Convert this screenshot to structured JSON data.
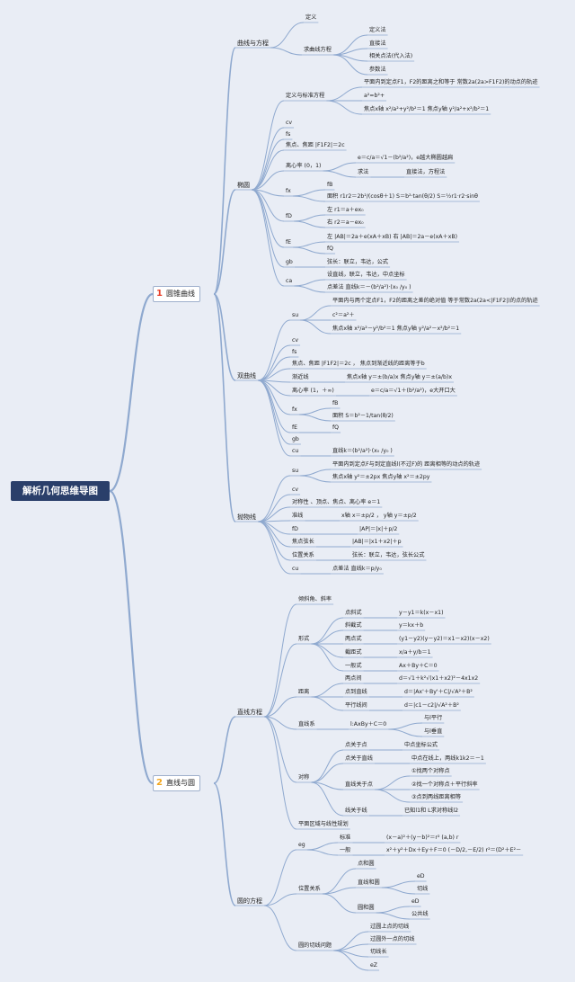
{
  "root": "解析几何思维导图",
  "branches": [
    {
      "num": "1",
      "label": "圆锥曲线",
      "num_color": "#e8402b"
    },
    {
      "num": "2",
      "label": "直线与圆",
      "num_color": "#f2a51c"
    }
  ],
  "colors": {
    "line": "#8fa9cf",
    "root_bg": "#2a3f6a",
    "background": "#e9edf5"
  },
  "nodes": [
    {
      "id": "qxfc",
      "text": "曲线与方程"
    },
    {
      "id": "dy1",
      "text": "定义"
    },
    {
      "id": "qqxfc",
      "text": "求曲线方程"
    },
    {
      "id": "dyf",
      "text": "定义法"
    },
    {
      "id": "zjf",
      "text": "直接法"
    },
    {
      "id": "xgd",
      "text": "相关点法(代入法)"
    },
    {
      "id": "csf",
      "text": "参数法"
    },
    {
      "id": "ty",
      "text": "椭圆"
    },
    {
      "id": "ty_dybz",
      "text": "定义与标准方程"
    },
    {
      "id": "ty_d1",
      "text": "平面内到定点F1，F2的距离之和等于 常数2a(2a>F1F2)的动点的轨迹"
    },
    {
      "id": "ty_d2",
      "text": "a²=b²+"
    },
    {
      "id": "ty_d3",
      "text": "焦点x轴 x²/a²+y²/b²＝1 焦点y轴 y²/a²+x²/b²＝1"
    },
    {
      "id": "ty_cv",
      "text": "cv"
    },
    {
      "id": "ty_fs",
      "text": "fs"
    },
    {
      "id": "ty_jd",
      "text": "焦点、焦距 |F1F2|＝2c"
    },
    {
      "id": "ty_lxl",
      "text": "离心率 (0，1)"
    },
    {
      "id": "ty_e1",
      "text": "e＝c/a＝√1－(b²/a²)，e越大椭圆越扁"
    },
    {
      "id": "ty_qf",
      "text": "求法"
    },
    {
      "id": "ty_qf2",
      "text": "直接法，方程法"
    },
    {
      "id": "ty_fx",
      "text": "fx"
    },
    {
      "id": "ty_fB",
      "text": "fB"
    },
    {
      "id": "ty_mj",
      "text": "面积 r1r2＝2b²/(cosθ＋1) S＝b²·tan(θ/2) S＝½r1·r2·sinθ"
    },
    {
      "id": "ty_fD",
      "text": "fD"
    },
    {
      "id": "ty_z",
      "text": "左 r1＝a＋ex₀"
    },
    {
      "id": "ty_y",
      "text": "右 r2＝a－ex₀"
    },
    {
      "id": "ty_fE",
      "text": "fE"
    },
    {
      "id": "ty_zy",
      "text": "左 |AB|＝2a＋e(xA＋xB) 右 |AB|＝2a－e(xA＋xB)"
    },
    {
      "id": "ty_fQ",
      "text": "fQ"
    },
    {
      "id": "ty_gb",
      "text": "gb"
    },
    {
      "id": "ty_xc",
      "text": "弦长：联立，韦达，公式"
    },
    {
      "id": "ty_ca",
      "text": "ca"
    },
    {
      "id": "ty_sd",
      "text": "设直线，联立，韦达，中点坐标"
    },
    {
      "id": "ty_dcf",
      "text": "点差法 直线k＝－(b²/a²)·(x₀ /y₀ )"
    },
    {
      "id": "sqx",
      "text": "双曲线"
    },
    {
      "id": "sq_su",
      "text": "su"
    },
    {
      "id": "sq_d1",
      "text": "平面内与两个定点F1，F2的距离之差的绝对值 等于常数2a(2a<|F1F2|)的点的轨迹"
    },
    {
      "id": "sq_d2",
      "text": "c²＝a²＋"
    },
    {
      "id": "sq_d3",
      "text": "焦点x轴 x²/a²－y²/b²＝1 焦点y轴 y²/a²－x²/b²＝1"
    },
    {
      "id": "sq_cv",
      "text": "cv"
    },
    {
      "id": "sq_fs",
      "text": "fs"
    },
    {
      "id": "sq_jd",
      "text": "焦点、焦距 |F1F2|＝2c ， 焦点到渐近线的距离等于b"
    },
    {
      "id": "sq_jjx",
      "text": "渐近线"
    },
    {
      "id": "sq_jjx2",
      "text": "焦点x轴 y＝±(b/a)x 焦点y轴 y＝±(a/b)x"
    },
    {
      "id": "sq_lxl",
      "text": "离心率 (1，＋∞)"
    },
    {
      "id": "sq_e",
      "text": "e＝c/a＝√1＋(b²/a²)，e大开口大"
    },
    {
      "id": "sq_fx",
      "text": "fx"
    },
    {
      "id": "sq_fB",
      "text": "fB"
    },
    {
      "id": "sq_mj",
      "text": "面积 S＝b²－1/tan(θ/2)"
    },
    {
      "id": "sq_fE",
      "text": "fE"
    },
    {
      "id": "sq_fQ",
      "text": "fQ"
    },
    {
      "id": "sq_gb",
      "text": "gb"
    },
    {
      "id": "sq_cu",
      "text": "cu"
    },
    {
      "id": "sq_zx",
      "text": "直线k＝(b²/a²)·(x₀ /y₀ )"
    },
    {
      "id": "pwx",
      "text": "抛物线"
    },
    {
      "id": "pw_su",
      "text": "su"
    },
    {
      "id": "pw_d1",
      "text": "平面内到定点F与到定直线l(不过F)的 距离相等的动点的轨迹"
    },
    {
      "id": "pw_d2",
      "text": "焦点x轴 y²＝±2px 焦点y轴 x²＝±2py"
    },
    {
      "id": "pw_cv",
      "text": "cv"
    },
    {
      "id": "pw_dcx",
      "text": "对称性 、顶点、焦点、离心率 e＝1"
    },
    {
      "id": "pw_zx",
      "text": "准线"
    },
    {
      "id": "pw_zx2",
      "text": "x轴 x＝±p/2 ， y轴 y＝±p/2"
    },
    {
      "id": "pw_fD",
      "text": "fD"
    },
    {
      "id": "pw_ap",
      "text": "|AP|＝|x|＋p/2"
    },
    {
      "id": "pw_jdxc",
      "text": "焦点弦长"
    },
    {
      "id": "pw_ab",
      "text": "|AB|＝|x1＋x2|＋p"
    },
    {
      "id": "pw_wzgx",
      "text": "位置关系"
    },
    {
      "id": "pw_xc",
      "text": "弦长：联立，韦达，弦长公式"
    },
    {
      "id": "pw_cu",
      "text": "cu"
    },
    {
      "id": "pw_dcf",
      "text": "点差法 直线k＝p/y₀"
    },
    {
      "id": "zxfc",
      "text": "直线方程"
    },
    {
      "id": "qxj",
      "text": "倾斜角、斜率"
    },
    {
      "id": "xs",
      "text": "形式"
    },
    {
      "id": "dxs",
      "text": "点斜式"
    },
    {
      "id": "dxs2",
      "text": "y－y1＝k(x－x1)"
    },
    {
      "id": "xjs",
      "text": "斜截式"
    },
    {
      "id": "xjs2",
      "text": "y＝kx＋b"
    },
    {
      "id": "ldsh",
      "text": "两点式"
    },
    {
      "id": "ldsh2",
      "text": "(y1－y2)(y－y2)＝x1－x2)(x－x2)"
    },
    {
      "id": "jjs",
      "text": "截距式"
    },
    {
      "id": "jjs2",
      "text": "x/a＋y/b＝1"
    },
    {
      "id": "ybs",
      "text": "一般式"
    },
    {
      "id": "ybs2",
      "text": "Ax＋By＋C＝0"
    },
    {
      "id": "jl",
      "text": "距离"
    },
    {
      "id": "ldj",
      "text": "两点间"
    },
    {
      "id": "ldj2",
      "text": "d＝√1＋k²√(x1＋x2)²－4x1x2"
    },
    {
      "id": "ddzx",
      "text": "点到直线"
    },
    {
      "id": "ddzx2",
      "text": "d＝|Ax'＋By'＋C|/√A²＋B²"
    },
    {
      "id": "pxj",
      "text": "平行线间"
    },
    {
      "id": "pxj2",
      "text": "d＝|c1－c2|/√A²＋B²"
    },
    {
      "id": "zxx",
      "text": "直线系"
    },
    {
      "id": "zxx2",
      "text": "l:AxBy＋C＝0"
    },
    {
      "id": "ylpx",
      "text": "与l平行"
    },
    {
      "id": "ylcz",
      "text": "与l垂直"
    },
    {
      "id": "dc",
      "text": "对称"
    },
    {
      "id": "dgyd",
      "text": "点关于点"
    },
    {
      "id": "dgyd2",
      "text": "中点坐标公式"
    },
    {
      "id": "dgyzx",
      "text": "点关于直线"
    },
    {
      "id": "dgyzx2",
      "text": "中点在线上，两线k1k2＝－1"
    },
    {
      "id": "zxgyd",
      "text": "直线关于点"
    },
    {
      "id": "zx_a",
      "text": "①找两个对称点"
    },
    {
      "id": "zx_b",
      "text": "②找一个对称点＋平行斜率"
    },
    {
      "id": "zx_c",
      "text": "③点到两线距离相等"
    },
    {
      "id": "xgyx",
      "text": "线关于线"
    },
    {
      "id": "xgyx2",
      "text": "已知l1和 L求对称线l2"
    },
    {
      "id": "pmqy",
      "text": "平面区域与线性规划"
    },
    {
      "id": "ydfc",
      "text": "圆的方程"
    },
    {
      "id": "y_eg",
      "text": "eg"
    },
    {
      "id": "y_bz",
      "text": "标准"
    },
    {
      "id": "y_bz2",
      "text": "(x－a)²＋(y－b)²＝r² (a,b) r"
    },
    {
      "id": "y_yb",
      "text": "一般"
    },
    {
      "id": "y_yb2",
      "text": "x²＋y²＋Dx＋Ey＋F＝0 (－D/2,－E/2) r²＝(D²＋E²－"
    },
    {
      "id": "y_wz",
      "text": "位置关系"
    },
    {
      "id": "y_dhy",
      "text": "点和圆"
    },
    {
      "id": "y_zxhy",
      "text": "直线和圆"
    },
    {
      "id": "y_eD1",
      "text": "eD"
    },
    {
      "id": "y_qx",
      "text": "切线"
    },
    {
      "id": "y_yhy",
      "text": "圆和圆"
    },
    {
      "id": "y_eD2",
      "text": "eD"
    },
    {
      "id": "y_gxx",
      "text": "公共线"
    },
    {
      "id": "y_qxwt",
      "text": "圆的切线问题"
    },
    {
      "id": "y_gys",
      "text": "过圆上点的切线"
    },
    {
      "id": "y_gyw",
      "text": "过圆外一点的切线"
    },
    {
      "id": "y_qxc",
      "text": "切线长"
    },
    {
      "id": "y_eZ",
      "text": "eZ"
    }
  ]
}
